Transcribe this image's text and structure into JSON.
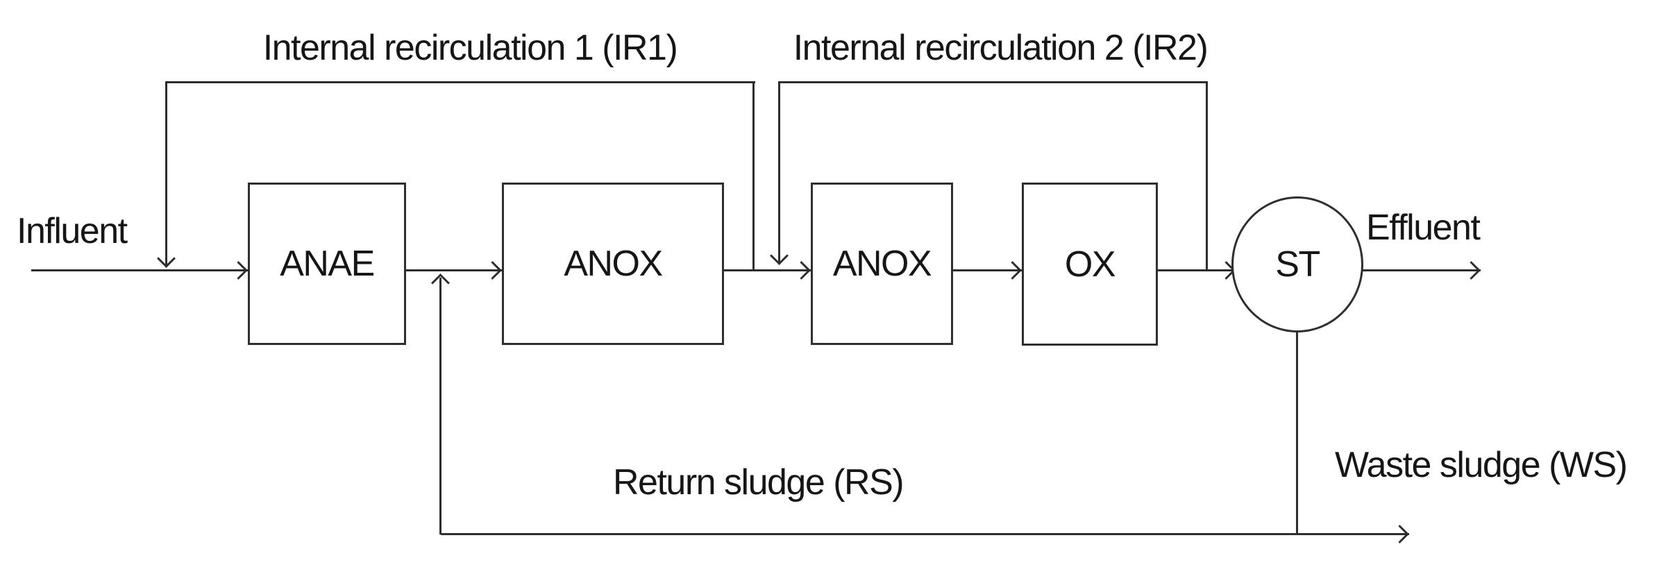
{
  "diagram": {
    "background_color": "#ffffff",
    "line_color": "#2d2d2d",
    "text_color": "#161616",
    "units": [
      {
        "id": "anae",
        "label": "ANAE",
        "shape": "rect"
      },
      {
        "id": "anox1",
        "label": "ANOX",
        "shape": "rect"
      },
      {
        "id": "anox2",
        "label": "ANOX",
        "shape": "rect"
      },
      {
        "id": "ox",
        "label": "OX",
        "shape": "rect"
      },
      {
        "id": "st",
        "label": "ST",
        "shape": "circle"
      }
    ],
    "flows": {
      "influent": {
        "label": "Influent"
      },
      "effluent": {
        "label": "Effluent"
      },
      "ir1": {
        "label": "Internal recirculation 1 (IR1)"
      },
      "ir2": {
        "label": "Internal recirculation 2 (IR2)"
      },
      "return_sludge": {
        "label": "Return sludge (RS)"
      },
      "waste_sludge": {
        "label": "Waste sludge (WS)"
      }
    }
  }
}
